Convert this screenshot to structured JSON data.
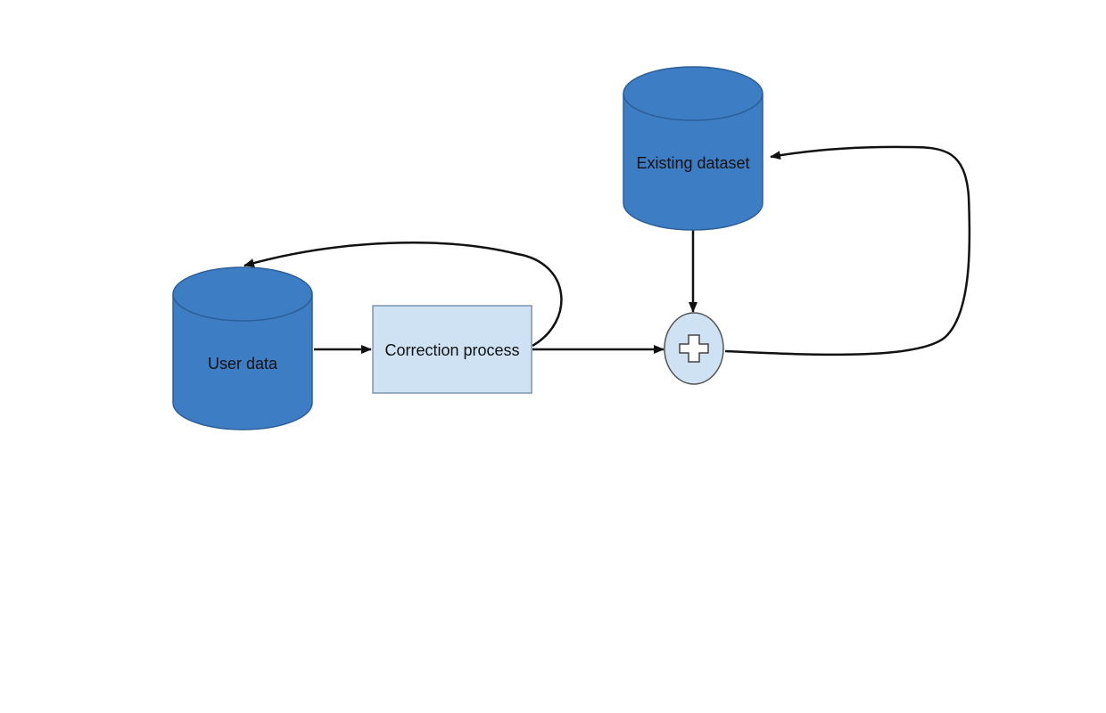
{
  "nodes": {
    "user_data": {
      "label": "User data"
    },
    "correction_process": {
      "label": "Correction process"
    },
    "existing_dataset": {
      "label": "Existing dataset"
    },
    "merge": {
      "symbol": "plus-icon"
    }
  },
  "colors": {
    "database_fill": "#3d7dc4",
    "database_stroke": "#2b5f99",
    "process_fill": "#cfe2f3",
    "process_stroke": "#7a96b3",
    "merge_fill": "#cfe2f3",
    "edge": "#111111"
  },
  "edges": [
    {
      "from": "user_data",
      "to": "correction_process"
    },
    {
      "from": "correction_process",
      "to": "merge"
    },
    {
      "from": "correction_process",
      "to": "user_data"
    },
    {
      "from": "existing_dataset",
      "to": "merge"
    },
    {
      "from": "merge",
      "to": "existing_dataset"
    }
  ]
}
